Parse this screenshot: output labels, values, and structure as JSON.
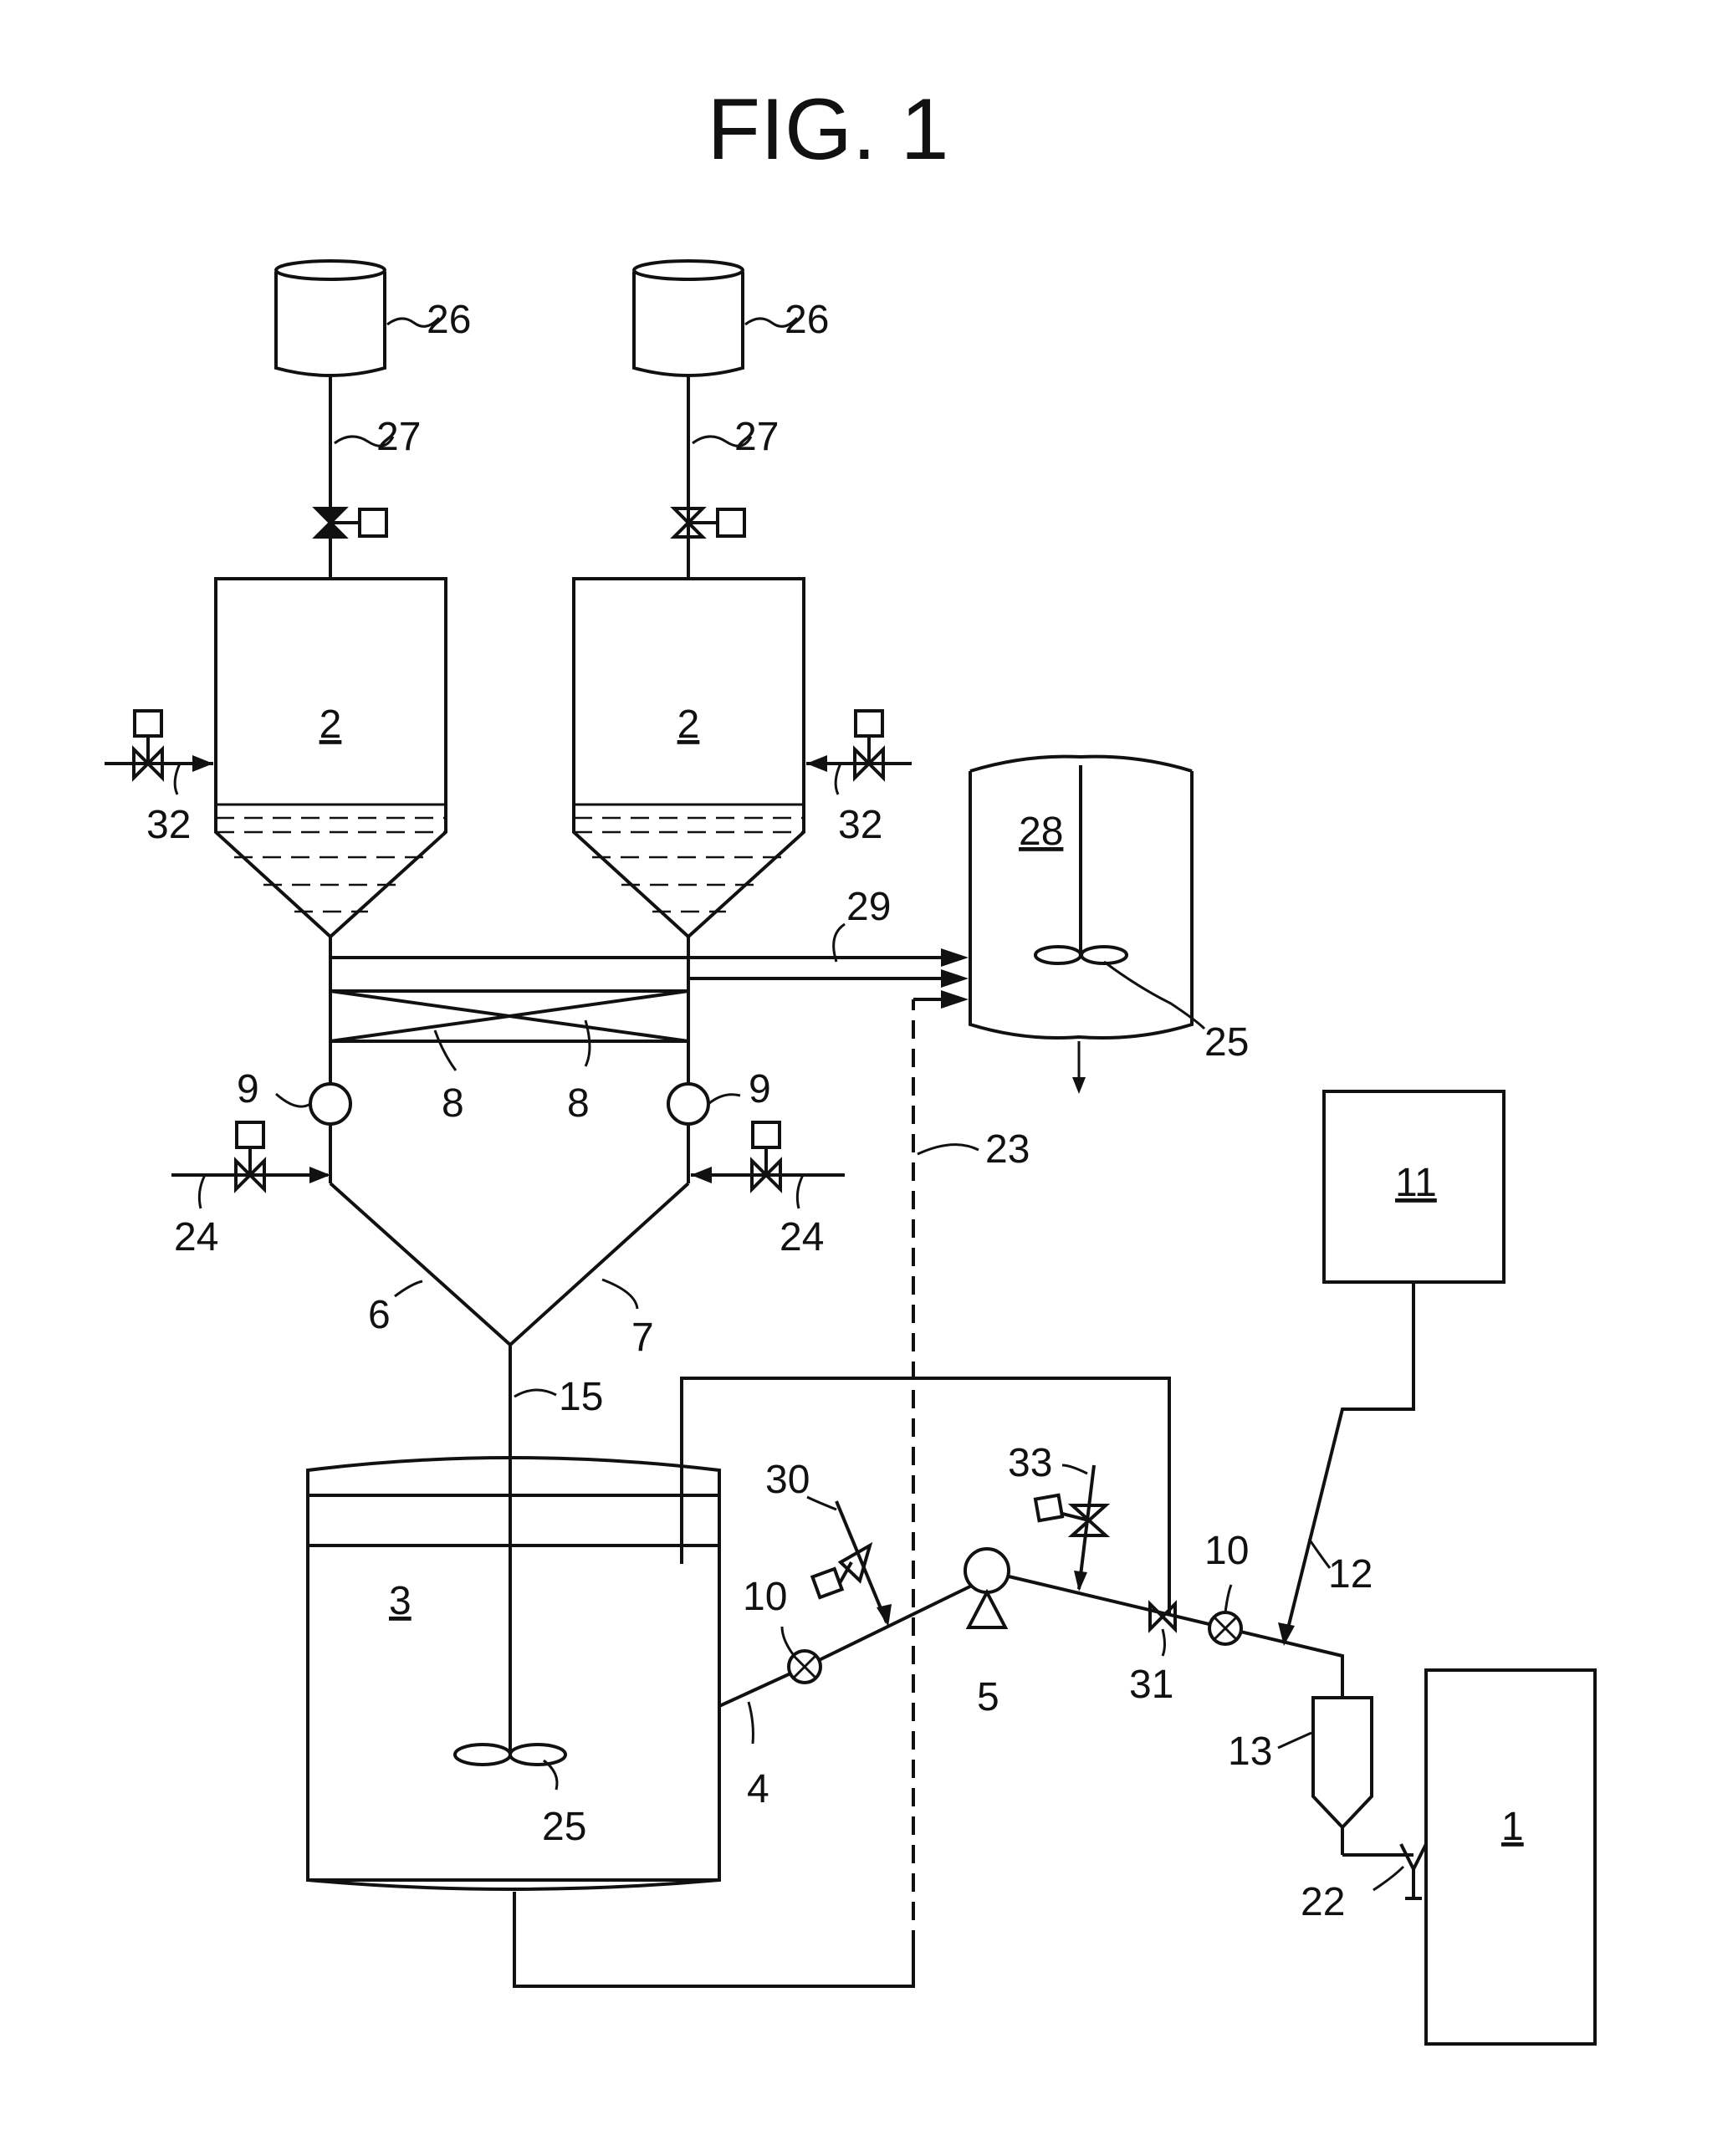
{
  "title": "FIG. 1",
  "labels": {
    "l1": "1",
    "l2": "2",
    "l3": "3",
    "l4": "4",
    "l5": "5",
    "l6": "6",
    "l7": "7",
    "l8": "8",
    "l9": "9",
    "l10": "10",
    "l11": "11",
    "l12": "12",
    "l13": "13",
    "l15": "15",
    "l22": "22",
    "l23": "23",
    "l24": "24",
    "l25": "25",
    "l26": "26",
    "l27": "27",
    "l28": "28",
    "l29": "29",
    "l30": "30",
    "l31": "31",
    "l32": "32",
    "l33": "33"
  },
  "colors": {
    "line": "#111111",
    "background": "#ffffff"
  }
}
